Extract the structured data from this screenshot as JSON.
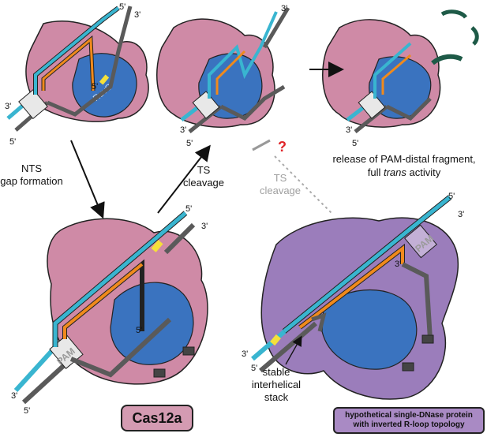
{
  "labels": {
    "nts_gap_line1": "NTS",
    "nts_gap_line2": "gap formation",
    "ts_cleavage_line1": "TS",
    "ts_cleavage_line2": "cleavage",
    "ts_cleavage_grey_line1": "TS",
    "ts_cleavage_grey_line2": "cleavage",
    "question": "?",
    "release_line1": "release of PAM-distal fragment,",
    "release_line2a": "full ",
    "release_line2b": "trans",
    "release_line2c": " activity",
    "ruvc": "RuvC",
    "pam": "PAM",
    "stable_line1": "stable",
    "stable_line2": "interhelical",
    "stable_line3": "stack",
    "end3": "3'",
    "end5": "5'"
  },
  "boxes": {
    "cas12a": "Cas12a",
    "hypothetical_line1": "hypothetical single-DNase protein",
    "hypothetical_line2": "with inverted R-loop topology"
  },
  "colors": {
    "cas12a_protein": "#cf8aa6",
    "hypothetical_protein": "#9b7dbb",
    "ruvc_domain": "#3a73bf",
    "target_strand": "#39b5d0",
    "crrna": "#f08a1c",
    "non_target_strand": "#5a5a5a",
    "cleavage_mark": "#f5e03a",
    "released_fragment": "#1e5a47",
    "question_mark": "#e0262a"
  }
}
